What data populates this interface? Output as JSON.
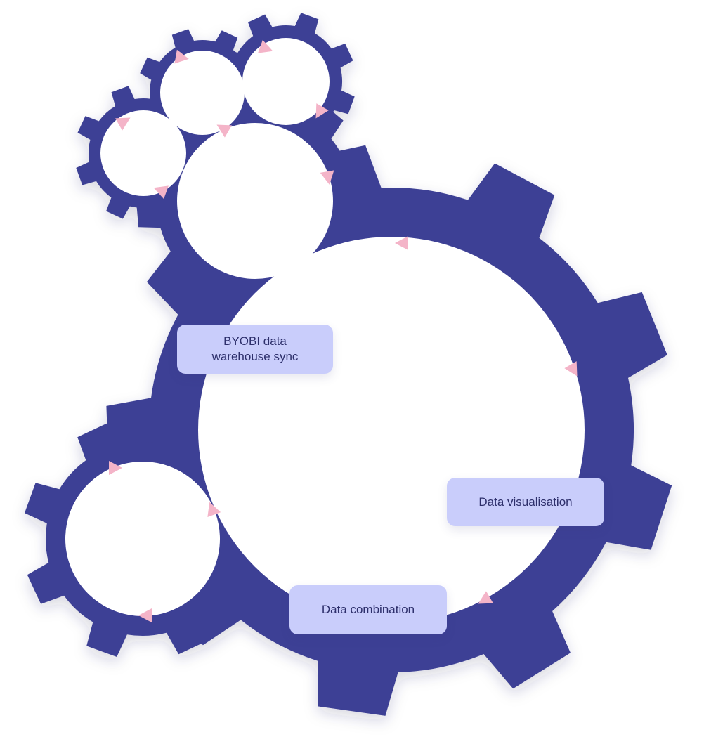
{
  "colors": {
    "gear": "#3d4195",
    "arrow": "#f4b4c8",
    "label_bg": "#c9cdfb",
    "label_text": "#2d2f6b"
  },
  "labels": {
    "byobi_line1": "BYOBI data",
    "byobi_line2": "warehouse sync",
    "visualisation": "Data visualisation",
    "combination": "Data combination"
  }
}
